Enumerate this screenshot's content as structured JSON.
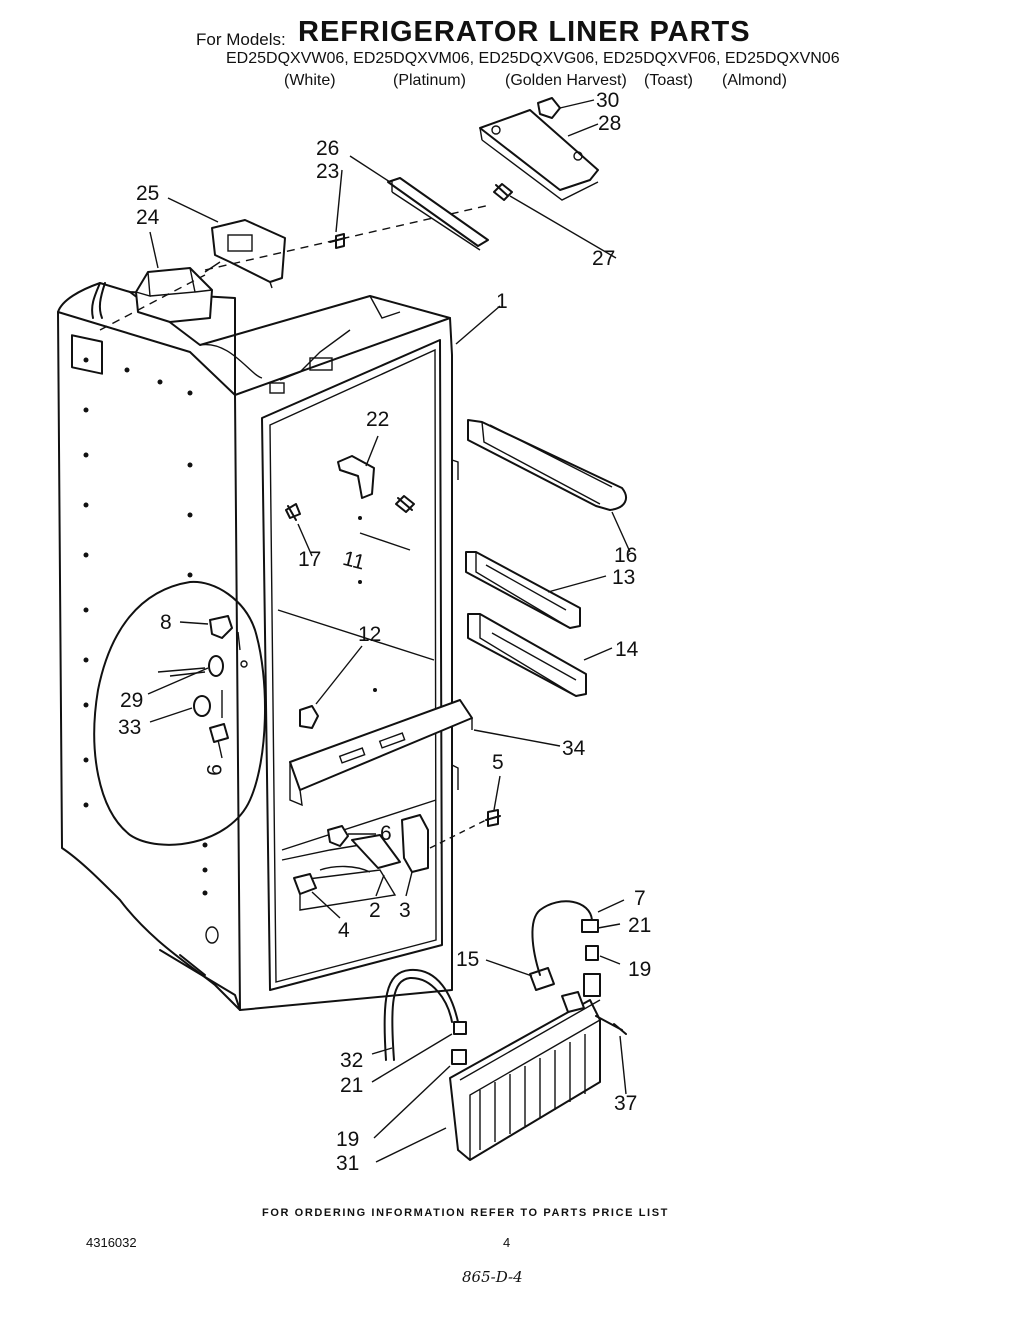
{
  "header": {
    "for_models_label": "For Models:",
    "title": "REFRIGERATOR LINER PARTS",
    "models": "ED25DQXVW06, ED25DQXVM06, ED25DQXVG06, ED25DQXVF06, ED25DQXVN06",
    "colors": [
      "(White)",
      "(Platinum)",
      "(Golden Harvest)",
      "(Toast)",
      "(Almond)"
    ]
  },
  "callouts": {
    "p1": "1",
    "p2": "2",
    "p3": "3",
    "p4": "4",
    "p5": "5",
    "p6": "6",
    "p7": "7",
    "p8": "8",
    "p9": "9",
    "p11": "11",
    "p12": "12",
    "p13": "13",
    "p14": "14",
    "p15": "15",
    "p16": "16",
    "p17": "17",
    "p19a": "19",
    "p19b": "19",
    "p21a": "21",
    "p21b": "21",
    "p22": "22",
    "p23": "23",
    "p24": "24",
    "p25": "25",
    "p26": "26",
    "p27": "27",
    "p28": "28",
    "p29": "29",
    "p30": "30",
    "p31": "31",
    "p32": "32",
    "p33": "33",
    "p34": "34",
    "p37": "37"
  },
  "footer": {
    "ordering_info": "FOR ORDERING INFORMATION REFER TO PARTS PRICE LIST",
    "doc_number": "4316032",
    "page_number": "4",
    "handwritten_note": "865-D-4"
  }
}
